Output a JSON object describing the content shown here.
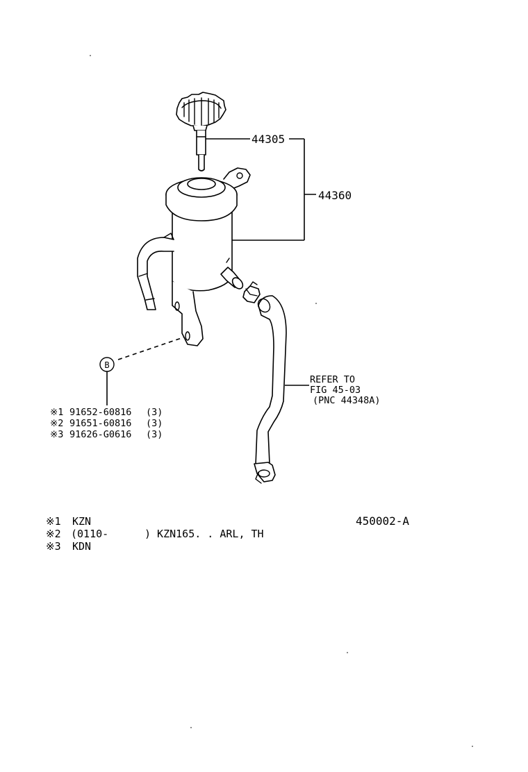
{
  "callouts": {
    "cap_assembly": "44305",
    "reservoir_assembly": "44360"
  },
  "reference": {
    "line1": "REFER TO",
    "line2": "FIG 45-03",
    "line3": "(PNC 44348A)"
  },
  "bolt_callout": {
    "letter": "B",
    "items": [
      {
        "mark": "※1",
        "part": "91652-60816",
        "qty": "(3)"
      },
      {
        "mark": "※2",
        "part": "91651-60816",
        "qty": "(3)"
      },
      {
        "mark": "※3",
        "part": "91626-G0616",
        "qty": "(3)"
      }
    ]
  },
  "footnotes": [
    {
      "mark": "※1",
      "text": "KZN"
    },
    {
      "mark": "※2",
      "text": "(0110-",
      "text2": ") KZN165. . ARL, TH"
    },
    {
      "mark": "※3",
      "text": "KDN"
    }
  ],
  "figure_code": "450002-A"
}
